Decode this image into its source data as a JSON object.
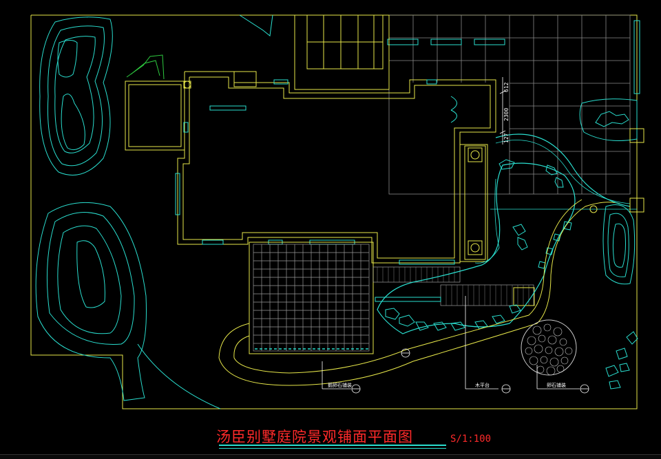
{
  "drawing": {
    "title": "汤臣别墅庭院景观铺面平面图",
    "scale": "S/1:100",
    "callouts": [
      {
        "key": "c1",
        "text": "鹅卵石铺装"
      },
      {
        "key": "c2",
        "text": "木平台"
      },
      {
        "key": "c3",
        "text": "卵石铺装"
      }
    ],
    "dimensions": {
      "d1": "612",
      "d2": "2300",
      "d3": "127"
    }
  },
  "colors": {
    "wall": "#e8e84a",
    "landscape": "#2adfd0",
    "grass": "#2ecc40",
    "title": "#ff2a2a",
    "paving": "#9a9a9a"
  }
}
